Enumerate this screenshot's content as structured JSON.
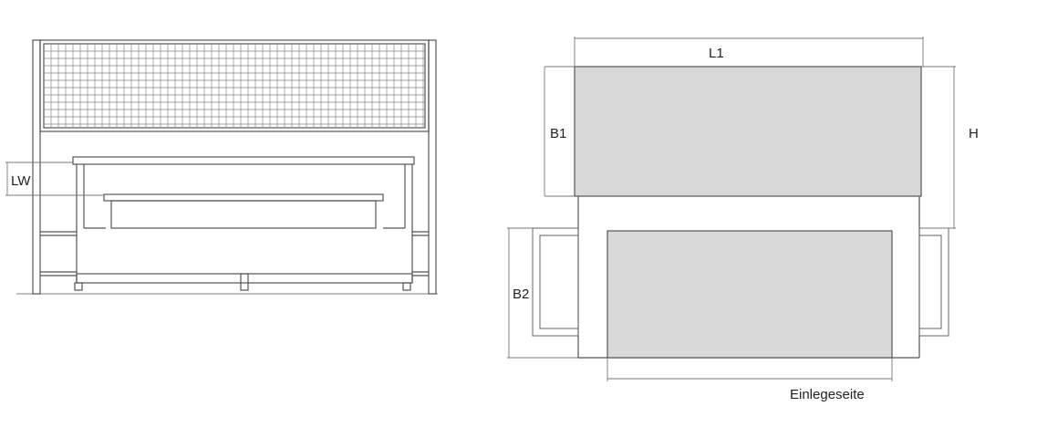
{
  "labels": {
    "lw": "LW",
    "l1": "L1",
    "b1": "B1",
    "h": "H",
    "b2": "B2",
    "einlegeseite": "Einlegeseite"
  },
  "colors": {
    "line": "#555555",
    "dim": "#777777",
    "fill": "#d9d9d9",
    "grid": "#8a8a8a"
  }
}
